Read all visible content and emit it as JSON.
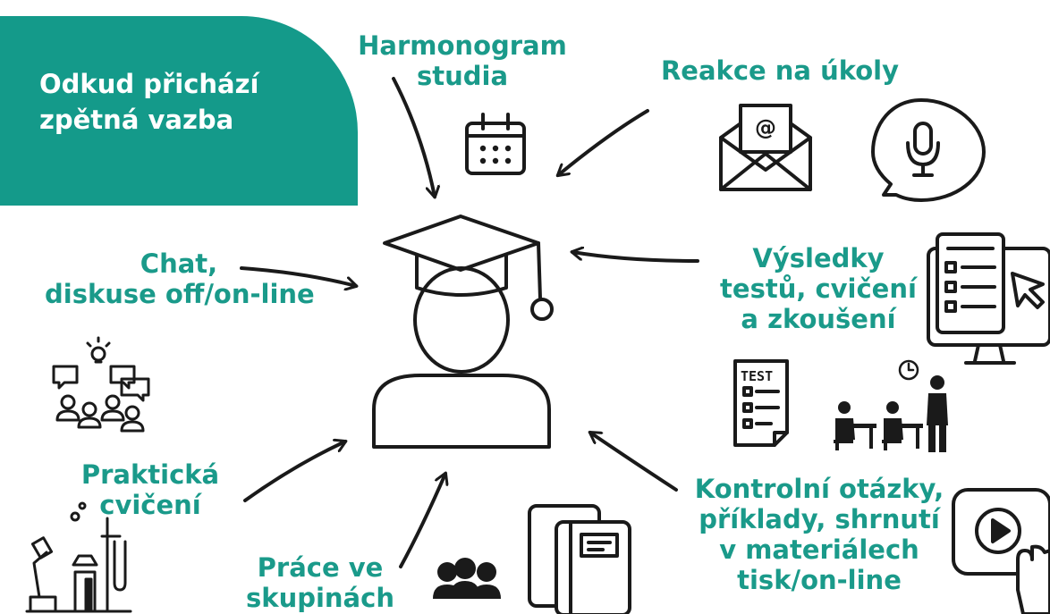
{
  "title": {
    "line1": "Odkud přichází",
    "line2": "zpětná vazba"
  },
  "labels": {
    "harmonogram": {
      "line1": "Harmonogram",
      "line2": "studia"
    },
    "reakce": {
      "line1": "Reakce na úkoly"
    },
    "chat": {
      "line1": "Chat,",
      "line2": "diskuse off/on-line"
    },
    "vysledky": {
      "line1": "Výsledky",
      "line2": "testů, cvičení",
      "line3": "a zkoušení"
    },
    "prakticka": {
      "line1": "Praktická",
      "line2": "cvičení"
    },
    "prace": {
      "line1": "Práce ve",
      "line2": "skupinách"
    },
    "kontrolni": {
      "line1": "Kontrolní otázky,",
      "line2": "příklady, shrnutí",
      "line3": "v materiálech",
      "line4": "tisk/on-line"
    }
  },
  "icons": {
    "test_sheet_text": "TEST",
    "email_symbol": "@"
  },
  "colors": {
    "accent": "#149a8a",
    "label": "#1a9a8a",
    "line": "#1a1a1a"
  }
}
